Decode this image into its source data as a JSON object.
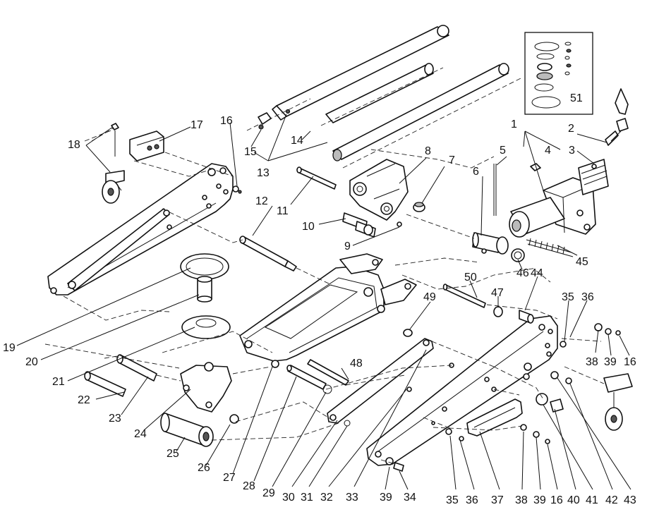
{
  "labels": [
    "1",
    "2",
    "3",
    "4",
    "5",
    "6",
    "7",
    "8",
    "9",
    "10",
    "11",
    "12",
    "13",
    "14",
    "15",
    "16",
    "17",
    "18",
    "19",
    "20",
    "21",
    "22",
    "23",
    "24",
    "25",
    "26",
    "27",
    "28",
    "29",
    "30",
    "31",
    "32",
    "33",
    "34",
    "35",
    "36",
    "37",
    "38",
    "39",
    "40",
    "41",
    "42",
    "43",
    "44",
    "45",
    "46",
    "47",
    "48",
    "49",
    "50",
    "51"
  ],
  "repeat_labels": {
    "16b": "16",
    "16c": "16",
    "35b": "35",
    "36b": "36",
    "38b": "38",
    "39b": "39",
    "39c": "39"
  },
  "kit_box_label": "51"
}
